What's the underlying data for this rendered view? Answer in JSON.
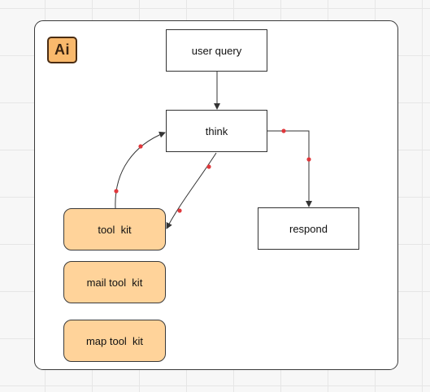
{
  "logo": {
    "text": "Ai",
    "color": "#f9b96c"
  },
  "nodes": {
    "user_query": "user query",
    "think": "think",
    "respond": "respond",
    "tool_kit": "tool  kit",
    "mail_tool_kit": "mail tool  kit",
    "map_tool_kit": "map tool  kit"
  },
  "edges": [
    {
      "from": "user_query",
      "to": "think"
    },
    {
      "from": "think",
      "to": "respond"
    },
    {
      "from": "think",
      "to": "tool_kit"
    },
    {
      "from": "tool_kit",
      "to": "think"
    }
  ],
  "colors": {
    "tool_fill": "#ffd39a",
    "connection_dot": "#e0383c"
  }
}
